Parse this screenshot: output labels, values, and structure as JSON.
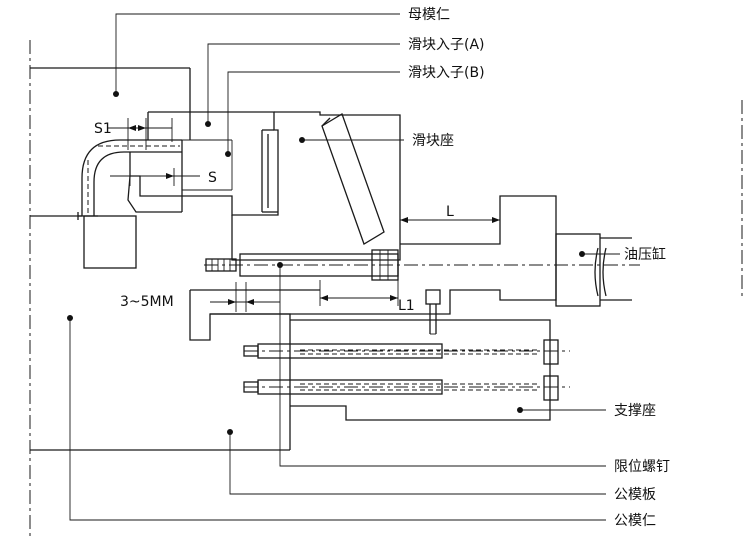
{
  "labels": {
    "mother_core": "母模仁",
    "slider_insert_a": "滑块入子(A)",
    "slider_insert_b": "滑块入子(B)",
    "slider_seat": "滑块座",
    "hydraulic_cylinder": "油压缸",
    "support_seat": "支撑座",
    "limit_screw": "限位螺钉",
    "male_mold_plate": "公模板",
    "male_core": "公模仁"
  },
  "dimensions": {
    "s1": "S1",
    "s": "S",
    "l": "L",
    "l1": "L1",
    "gap": "3~5MM"
  }
}
